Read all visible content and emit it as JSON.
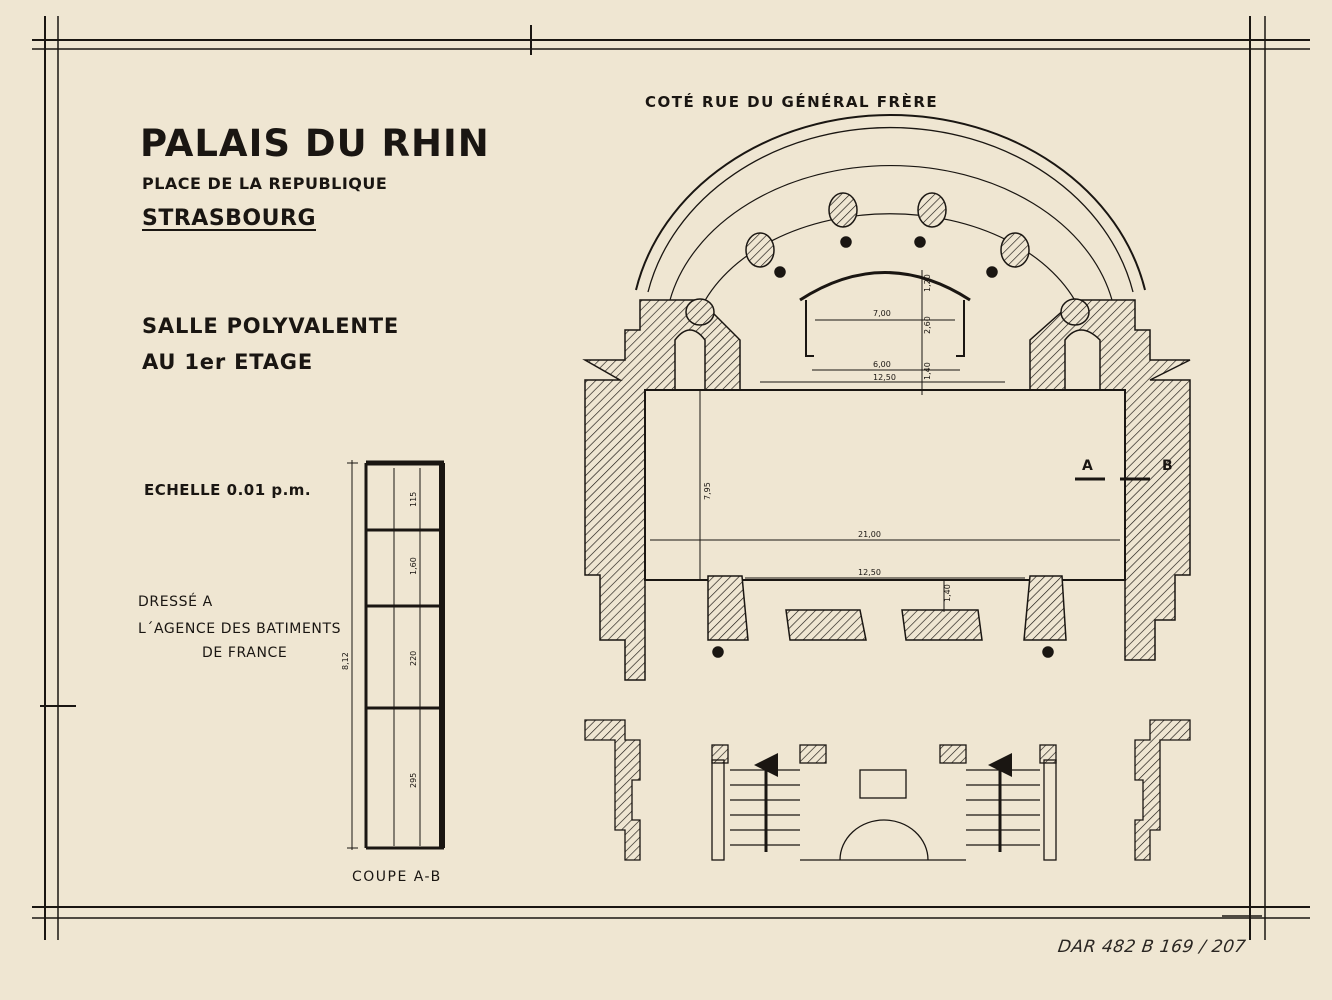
{
  "title": "PALAIS DU RHIN",
  "address": "PLACE DE LA REPUBLIQUE",
  "city": "STRASBOURG",
  "hall": {
    "line1": "SALLE POLYVALENTE",
    "line2": "AU 1er ETAGE"
  },
  "scale_note": "ECHELLE  0.01 p.m.",
  "drawn_by": {
    "line1": "DRESSÉ A",
    "line2": "L´AGENCE DES BATIMENTS",
    "line3": "DE FRANCE"
  },
  "street_side": "COTÉ RUE DU GÉNÉRAL FRÈRE",
  "section": {
    "caption": "COUPE A-B",
    "marker_a": "A",
    "marker_b": "B",
    "total_height": "8,12",
    "segments": [
      "115",
      "1,60",
      "220",
      "295"
    ]
  },
  "plan_dimensions": {
    "top_width_inner": "7,00",
    "niche_width": "6,00",
    "opening_width": "12,50",
    "niche_depth_a": "1,20",
    "niche_depth_b": "2,60",
    "niche_depth_c": "1,40",
    "room_depth": "7,95",
    "room_length": "21,00",
    "bottom_width": "12,50",
    "bottom_depth": "1,40"
  },
  "archive_ref": "DAR 482 B 169 / 207",
  "colors": {
    "paper": "#efe6d2",
    "ink": "#1a1612"
  }
}
